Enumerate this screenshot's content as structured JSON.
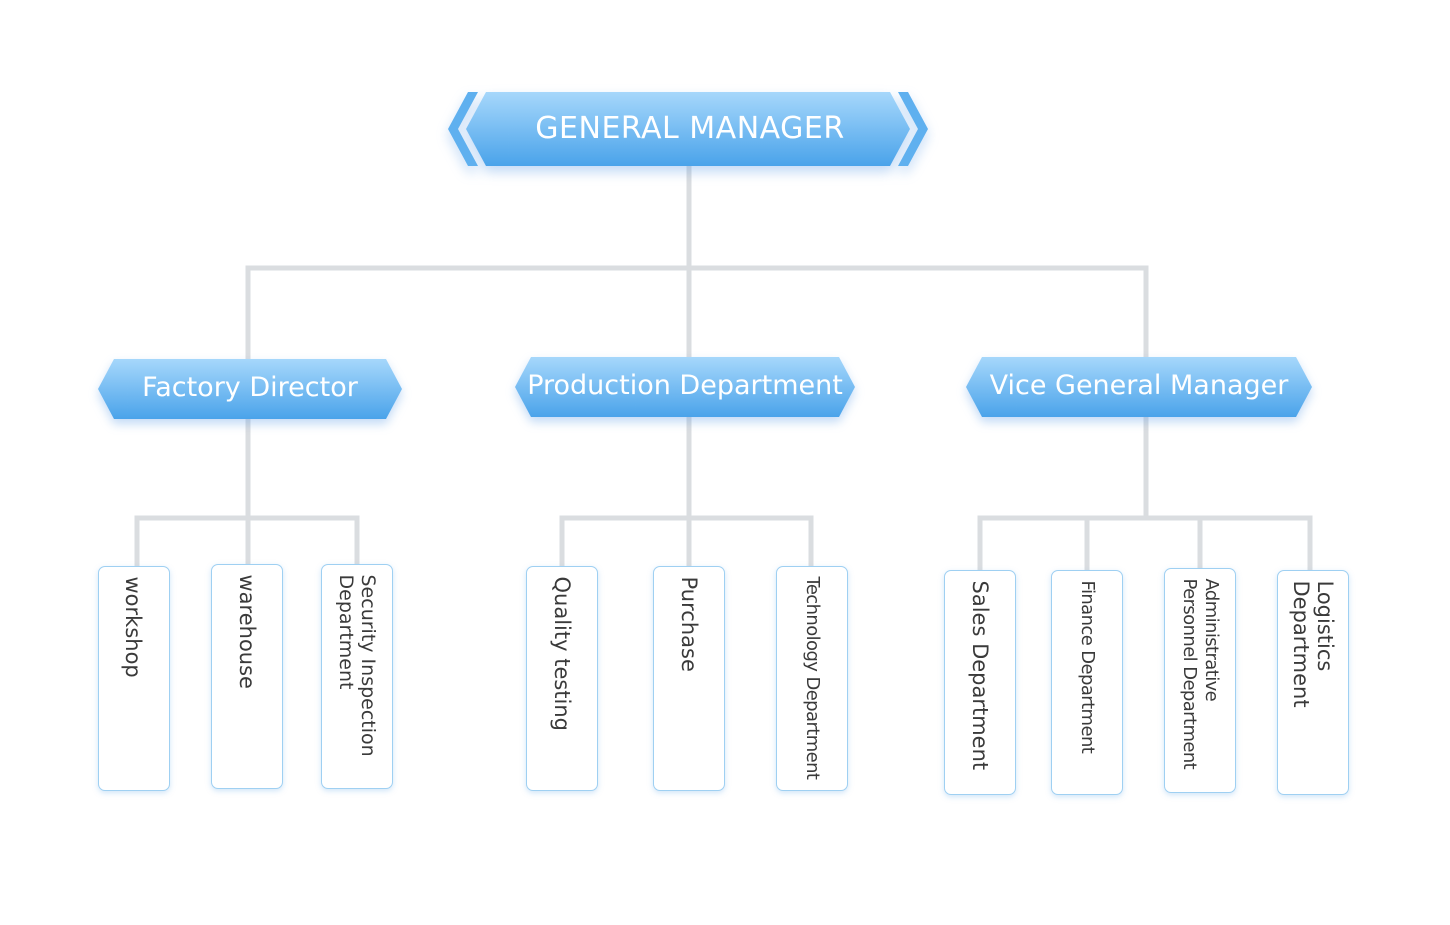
{
  "colors": {
    "node_fill_top": "#9fd3fa",
    "node_fill_bottom": "#4aa3ea",
    "connector": "#dadde0",
    "leaf_border": "#9fd0f2",
    "leaf_text": "#3a3a3a"
  },
  "root": {
    "label": "GENERAL MANAGER"
  },
  "branches": [
    {
      "label": "Factory Director",
      "children": [
        "workshop",
        "warehouse",
        "Security Inspection Department"
      ]
    },
    {
      "label": "Production Department",
      "children": [
        "Quality testing",
        "Purchase",
        "Technology Department"
      ]
    },
    {
      "label": "Vice General Manager",
      "children": [
        "Sales Department",
        "Finance Department",
        "Administrative Personnel Department",
        "Logistics Department"
      ]
    }
  ]
}
